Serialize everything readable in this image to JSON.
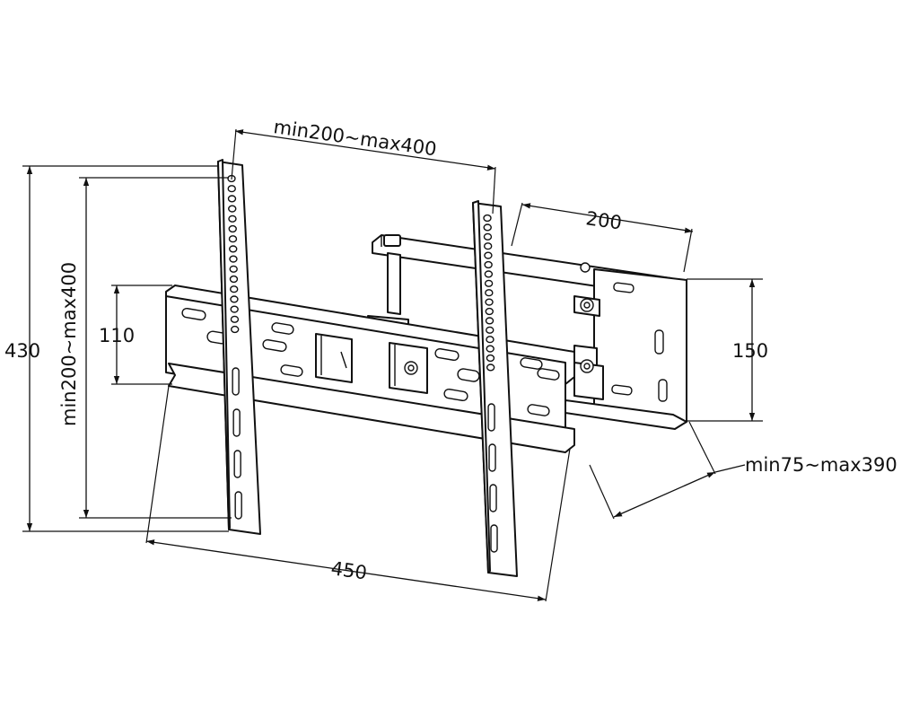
{
  "dimensions": {
    "arm_vesa_width": "min200~max400",
    "arm_width": "200",
    "arm_height": "150",
    "extension": "min75~max390",
    "overall_width": "450",
    "overall_height": "430",
    "vesa_height": "min200~max400",
    "plate_height": "110"
  }
}
